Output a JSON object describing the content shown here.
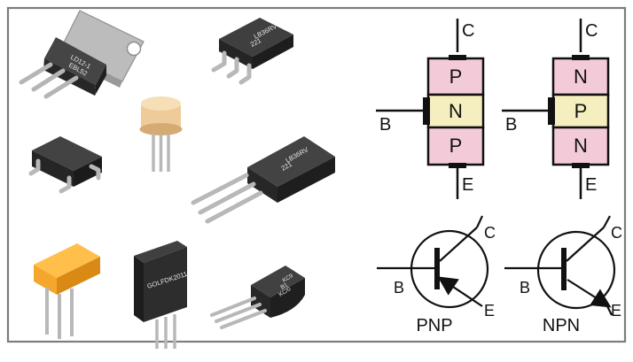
{
  "colors": {
    "frame": "#7d7d7d",
    "body_dark": "#2a2a2a",
    "body_mid": "#3a3a3a",
    "body_top": "#4a4a4a",
    "metal_light": "#d5d5d5",
    "metal_mid": "#b2b2b2",
    "metal_dark": "#8e8e8e",
    "can_light": "#f6deb7",
    "can_mid": "#eecb98",
    "can_dark": "#d6aa73",
    "sip_top": "#ffbf4a",
    "sip_front": "#f4a72c",
    "sip_side": "#d98a15",
    "p_region": "#f3cbd8",
    "n_region": "#f5efbf",
    "line": "#111111"
  },
  "components": {
    "to220_top_label": [
      "LD12-1",
      "EBL52"
    ],
    "dpak_label": [
      "LB36RV",
      "221"
    ],
    "to220_mid_label": [
      "LB36RV",
      "221"
    ],
    "to92_label": [
      "KC9",
      "B1",
      "KC/0"
    ],
    "sip3_label": "GOLFDK2011"
  },
  "pnp_block": {
    "top_region": "P",
    "mid_region": "N",
    "bottom_region": "P",
    "collector": "C",
    "base": "B",
    "emitter": "E"
  },
  "npn_block": {
    "top_region": "N",
    "mid_region": "P",
    "bottom_region": "N",
    "collector": "C",
    "base": "B",
    "emitter": "E"
  },
  "pnp_symbol": {
    "collector": "C",
    "base": "B",
    "emitter": "E",
    "caption": "PNP"
  },
  "npn_symbol": {
    "collector": "C",
    "base": "B",
    "emitter": "E",
    "caption": "NPN"
  }
}
